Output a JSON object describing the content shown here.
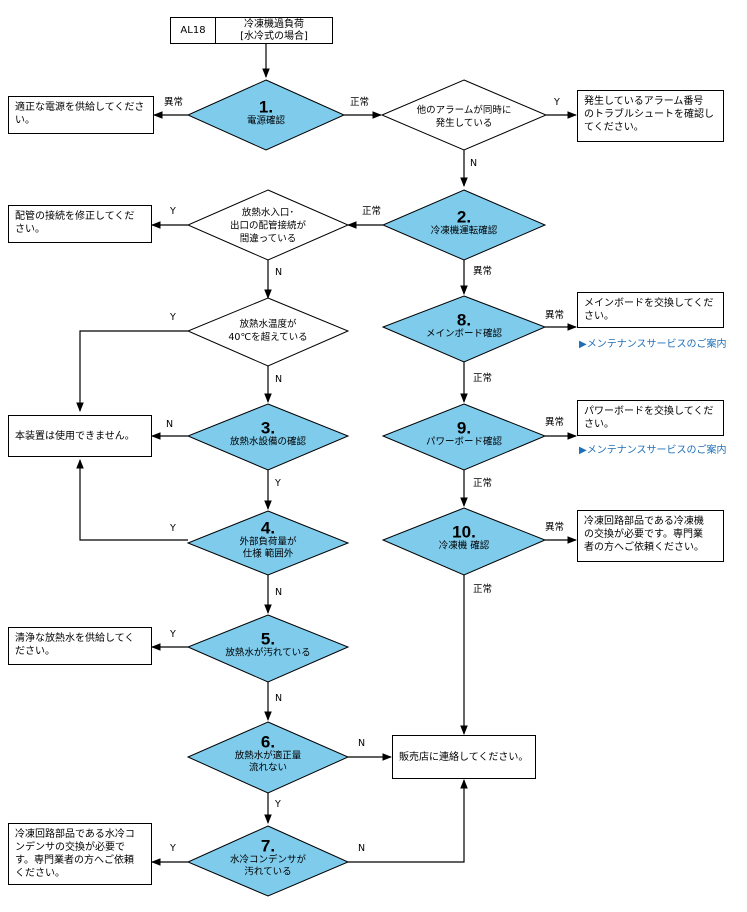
{
  "header": {
    "code": "AL18",
    "title_line1": "冷凍機過負荷",
    "title_line2": "[水冷式の場合]"
  },
  "steps": {
    "s1": {
      "num": "1.",
      "label": "電源確認"
    },
    "s2": {
      "num": "2.",
      "label": "冷凍機運転確認"
    },
    "s3": {
      "num": "3.",
      "label": "放熱水設備の確認"
    },
    "s4": {
      "num": "4.",
      "label1": "外部負荷量が",
      "label2": "仕様 範囲外"
    },
    "s5": {
      "num": "5.",
      "label": "放熱水が汚れている"
    },
    "s6": {
      "num": "6.",
      "label1": "放熱水が適正量",
      "label2": "流れない"
    },
    "s7": {
      "num": "7.",
      "label1": "水冷コンデンサが",
      "label2": "汚れている"
    },
    "s8": {
      "num": "8.",
      "label": "メインボード確認"
    },
    "s9": {
      "num": "9.",
      "label": "パワーボード確認"
    },
    "s10": {
      "num": "10.",
      "label": "冷凍機 確認"
    }
  },
  "questions": {
    "q_alarm": {
      "l1": "他のアラームが同時に",
      "l2": "発生している"
    },
    "q_pipe": {
      "l1": "放熱水入口･",
      "l2": "出口の配管接続が",
      "l3": "間違っている"
    },
    "q_temp": {
      "l1": "放熱水温度が",
      "l2": "40℃を超えている"
    }
  },
  "boxes": {
    "power": {
      "l1": "適正な電源を供給してくださ",
      "l2": "い。"
    },
    "alarm": {
      "l1": "発生しているアラーム番号",
      "l2": "のトラブルシュートを確認し",
      "l3": "てください。"
    },
    "pipe": {
      "l1": "配管の接続を修正してくだ",
      "l2": "さい。"
    },
    "unusable": {
      "l1": "本装置は使用できません。"
    },
    "mainboard": {
      "l1": "メインボードを交換してくだ",
      "l2": "さい。"
    },
    "powerboard": {
      "l1": "パワーボードを交換してくだ",
      "l2": "さい。"
    },
    "compressor": {
      "l1": "冷凍回路部品である冷凍機",
      "l2": "の交換が必要です。専門業",
      "l3": "者の方へご依頼ください。"
    },
    "cleanwater": {
      "l1": "清浄な放熱水を供給してく",
      "l2": "ださい。"
    },
    "dealer": {
      "l1": "販売店に連絡してください。"
    },
    "condenser": {
      "l1": "冷凍回路部品である水冷コ",
      "l2": "ンデンサの交換が必要で",
      "l3": "す。専門業者の方へご依頼",
      "l4": "ください。"
    }
  },
  "links": {
    "maintenance": "メンテナンスサービスのご案内"
  },
  "edge_labels": {
    "abnormal": "異常",
    "normal": "正常",
    "yes": "Y",
    "no": "N"
  },
  "colors": {
    "step_fill": "#7ecbec",
    "link": "#1e6fb8"
  }
}
